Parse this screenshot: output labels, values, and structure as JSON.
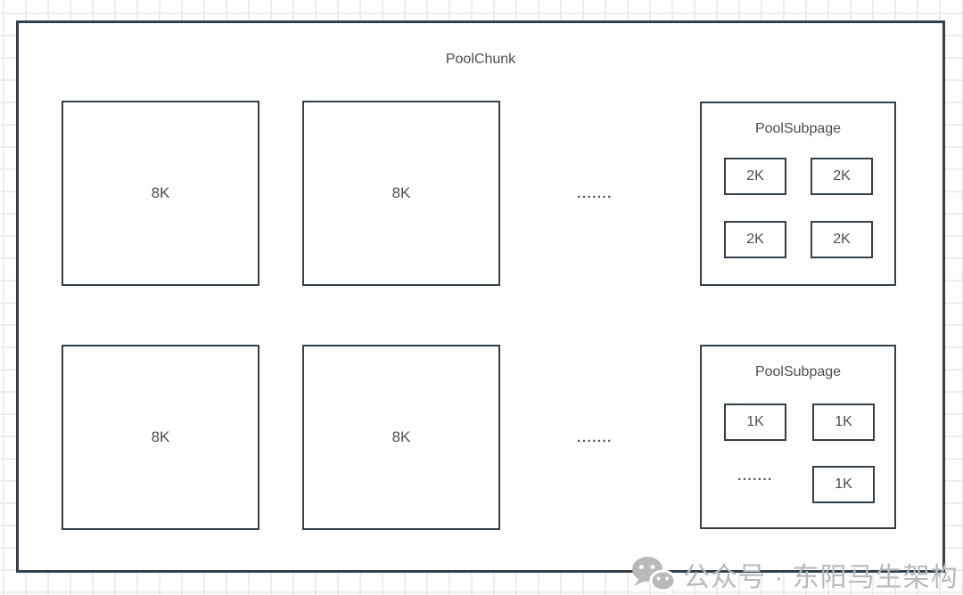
{
  "chunk": {
    "title": "PoolChunk",
    "rows": [
      {
        "pages": [
          "8K",
          "8K"
        ],
        "ellipsis": ".......",
        "subpage": {
          "title": "PoolSubpage",
          "cells": [
            "2K",
            "2K",
            "2K",
            "2K"
          ]
        }
      },
      {
        "pages": [
          "8K",
          "8K"
        ],
        "ellipsis": ".......",
        "subpage": {
          "title": "PoolSubpage",
          "cells": [
            "1K",
            "1K",
            "1K"
          ],
          "ellipsis": "......."
        }
      }
    ]
  },
  "watermark": {
    "icon": "wechat-icon",
    "text": "公众号 · 东阳马生架构"
  },
  "colors": {
    "border": "#33404a",
    "label": "#4d4d4d",
    "watermark": "#b9b9b9",
    "grid_line": "#ededed",
    "background": "#ffffff"
  }
}
